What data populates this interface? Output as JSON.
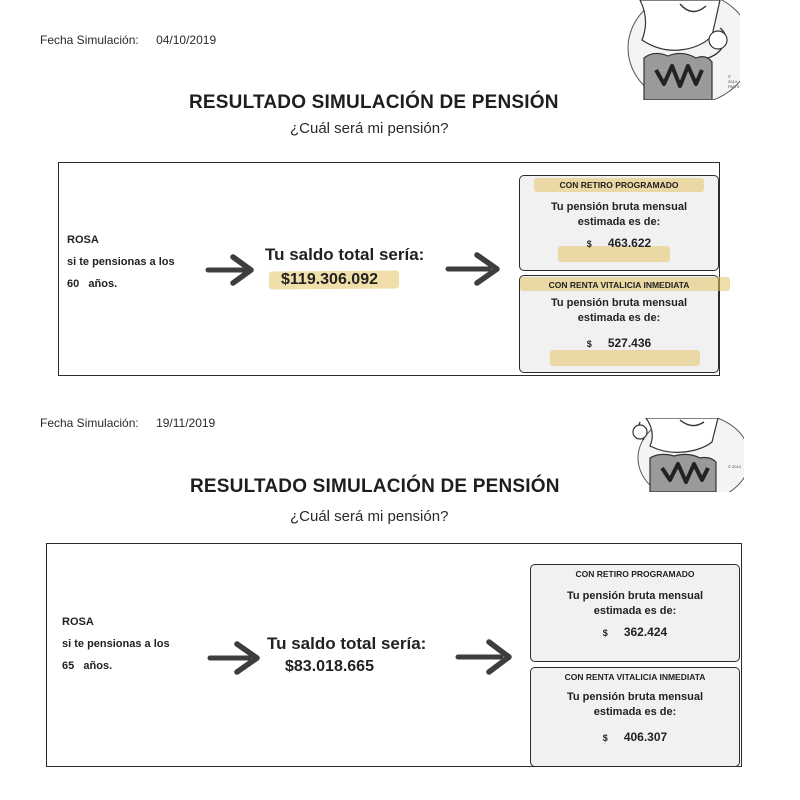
{
  "simulations": [
    {
      "fecha_label": "Fecha Simulación:",
      "fecha": "04/10/2019",
      "copyright": "© 2014 PAITS",
      "title": "RESULTADO SIMULACIÓN DE PENSIÓN",
      "subtitle": "¿Cuál será mi pensión?",
      "name": "ROSA",
      "pension_text": "si te pensionas a los",
      "age": "60",
      "age_unit": "años.",
      "saldo_label": "Tu saldo total sería:",
      "saldo_value": "$119.306.092",
      "options": [
        {
          "head": "CON RETIRO PROGRAMADO",
          "line1": "Tu pensión bruta mensual",
          "line2": "estimada es de:",
          "currency": "$",
          "amount": "463.622"
        },
        {
          "head": "CON RENTA VITALICIA INMEDIATA",
          "line1": "Tu pensión bruta mensual",
          "line2": "estimada es de:",
          "currency": "$",
          "amount": "527.436"
        }
      ],
      "highlighter_color": "#e4c464"
    },
    {
      "fecha_label": "Fecha Simulación:",
      "fecha": "19/11/2019",
      "copyright": "© 2014",
      "title": "RESULTADO SIMULACIÓN DE PENSIÓN",
      "subtitle": "¿Cuál será mi pensión?",
      "name": "ROSA",
      "pension_text": "si te pensionas a los",
      "age": "65",
      "age_unit": "años.",
      "saldo_label": "Tu saldo total sería:",
      "saldo_value": "$83.018.665",
      "options": [
        {
          "head": "CON RETIRO PROGRAMADO",
          "line1": "Tu pensión bruta mensual",
          "line2": "estimada es de:",
          "currency": "$",
          "amount": "362.424"
        },
        {
          "head": "CON RENTA VITALICIA INMEDIATA",
          "line1": "Tu pensión bruta mensual",
          "line2": "estimada es de:",
          "currency": "$",
          "amount": "406.307"
        }
      ]
    }
  ]
}
